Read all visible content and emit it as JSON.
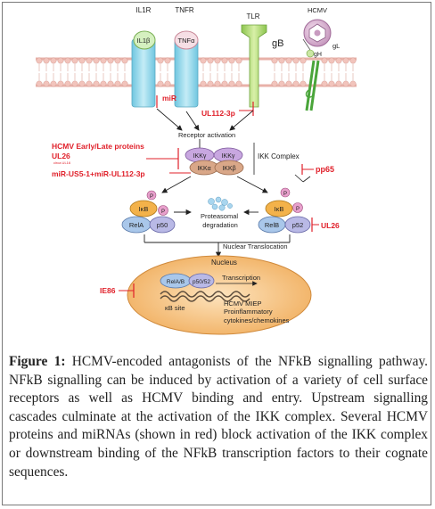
{
  "receptors": {
    "il1r": "IL1R",
    "il1b": "IL1β",
    "tnfr": "TNFR",
    "tnfa": "TNFα",
    "tlr": "TLR",
    "gb": "gB",
    "hcmv": "HCMV",
    "gl": "gL",
    "gh": "gH"
  },
  "antagonists": {
    "mir": "miR",
    "ul112": "UL112-3p",
    "hcmv_proteins": "HCMV Early/Late proteins",
    "ul26_top": "UL26",
    "small_note": "circa UL16",
    "mirs": "miR-US5-1+miR-UL112-3p",
    "pp65": "pp65",
    "ul26_right": "UL26",
    "ie86": "IE86"
  },
  "pathway": {
    "receptor_activation": "Receptor activation",
    "ikkg_left": "IKKγ",
    "ikkg_right": "IKKγ",
    "ikka": "IKKα",
    "ikkb": "IKKβ",
    "ikk_complex": "IKK Complex",
    "p": "P",
    "ikb": "IκB",
    "rela": "RelA",
    "p50": "p50",
    "relb": "RelB",
    "p52": "p52",
    "proteasomal": "Proteasomal",
    "degradation": "degradation",
    "nuclear_translocation": "Nuclear Translocation",
    "nucleus": "Nucleus",
    "relab": "RelA/B",
    "p50p52": "p50/52",
    "transcription": "Transcription",
    "kb_site": "κB site",
    "hcmv_miep": "HCMV MIEP",
    "proinflammatory": "Proinflammatory",
    "cytokines": "cytokines/chemokines"
  },
  "caption": {
    "label": "Figure 1:",
    "text": "HCMV-encoded antagonists of the NFkB signalling pathway. NFkB signalling can be induced by activation of a variety of cell surface receptors as well as HCMV binding and entry. Upstream signalling cascades culminate at the activation of the IKK complex. Several HCMV proteins and miRNAs (shown in red) block activation of the IKK complex or downstream binding of the NFkB transcription factors to their cognate sequences."
  },
  "colors": {
    "antagonist_red": "#e0202a",
    "receptor_cyan": "#8fd8ec",
    "receptor_green": "#b7e07a",
    "ikk_purple": "#c8a7e0",
    "ikk_tan": "#d9a788",
    "nfkb_blue": "#a9c7ea",
    "ikb_orange": "#f3b24a",
    "nucleus_orange": "#f4be79"
  }
}
